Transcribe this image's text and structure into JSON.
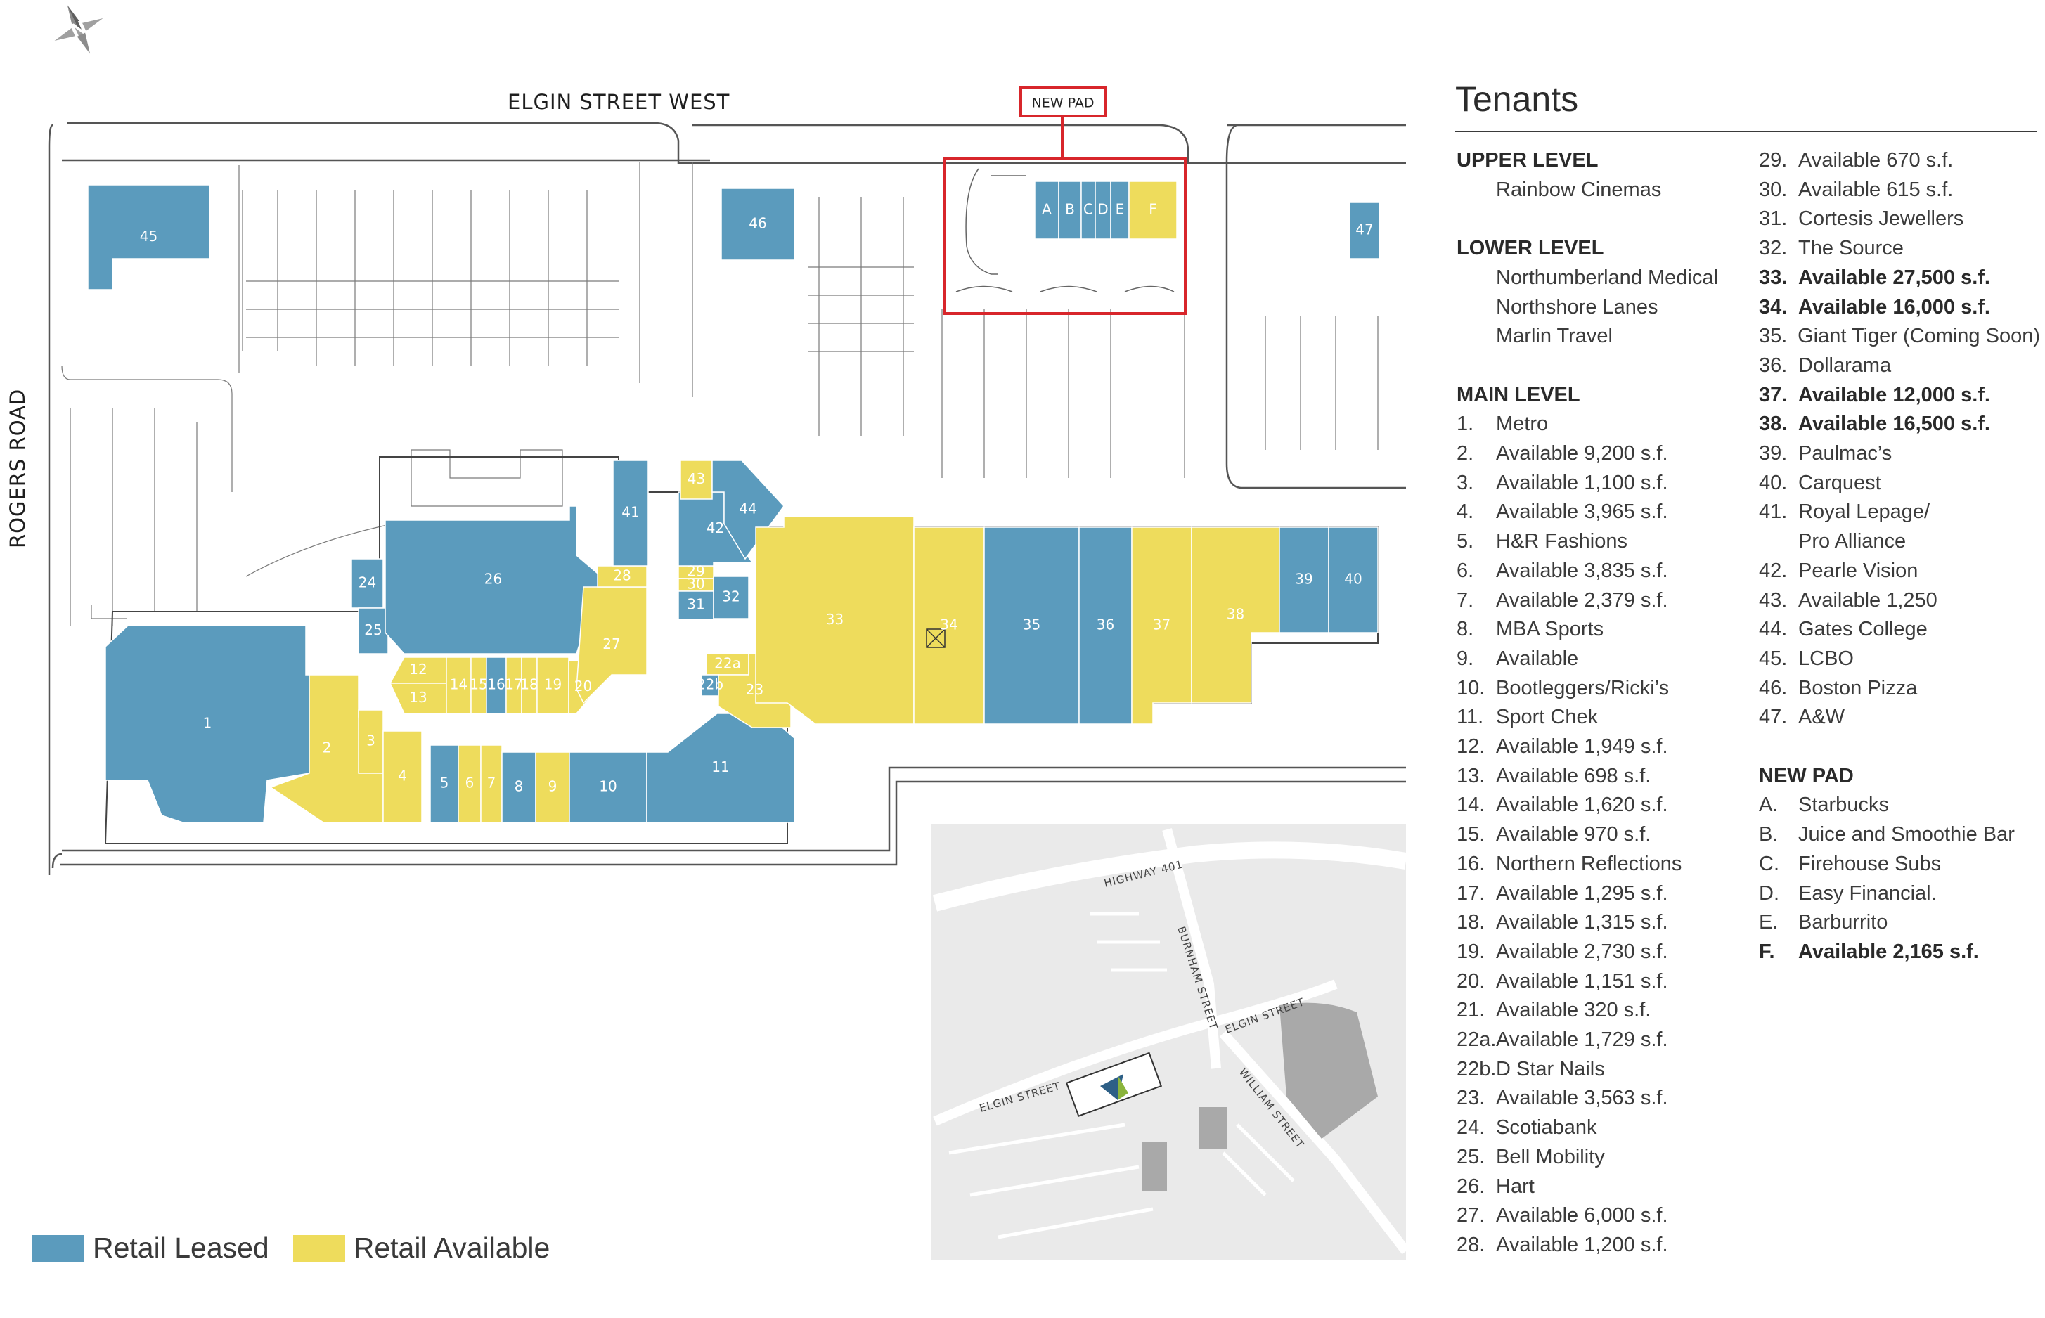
{
  "colors": {
    "leased": "#5b9bbd",
    "available": "#eedc5c",
    "new_pad_outline": "#d8262b",
    "line": "#555555"
  },
  "map": {
    "compass_letter": "N",
    "streets": {
      "north": "ELGIN STREET WEST",
      "west": "ROGERS ROAD"
    },
    "new_pad_tag": "NEW PAD",
    "units": [
      {
        "id": "45",
        "status": "leased"
      },
      {
        "id": "46",
        "status": "leased"
      },
      {
        "id": "47",
        "status": "leased"
      },
      {
        "id": "A",
        "status": "leased"
      },
      {
        "id": "B",
        "status": "leased"
      },
      {
        "id": "C",
        "status": "leased"
      },
      {
        "id": "D",
        "status": "leased"
      },
      {
        "id": "E",
        "status": "leased"
      },
      {
        "id": "F",
        "status": "available"
      },
      {
        "id": "1",
        "status": "leased"
      },
      {
        "id": "2",
        "status": "available"
      },
      {
        "id": "3",
        "status": "available"
      },
      {
        "id": "4",
        "status": "available"
      },
      {
        "id": "5",
        "status": "leased"
      },
      {
        "id": "6",
        "status": "available"
      },
      {
        "id": "7",
        "status": "available"
      },
      {
        "id": "8",
        "status": "leased"
      },
      {
        "id": "9",
        "status": "available"
      },
      {
        "id": "10",
        "status": "leased"
      },
      {
        "id": "11",
        "status": "leased"
      },
      {
        "id": "12",
        "status": "available"
      },
      {
        "id": "13",
        "status": "available"
      },
      {
        "id": "14",
        "status": "available"
      },
      {
        "id": "15",
        "status": "available"
      },
      {
        "id": "16",
        "status": "leased"
      },
      {
        "id": "17",
        "status": "available"
      },
      {
        "id": "18",
        "status": "available"
      },
      {
        "id": "19",
        "status": "available"
      },
      {
        "id": "20",
        "status": "available"
      },
      {
        "id": "22a",
        "status": "available"
      },
      {
        "id": "22b",
        "status": "leased"
      },
      {
        "id": "23",
        "status": "available"
      },
      {
        "id": "24",
        "status": "leased"
      },
      {
        "id": "25",
        "status": "leased"
      },
      {
        "id": "26",
        "status": "leased"
      },
      {
        "id": "27",
        "status": "available"
      },
      {
        "id": "28",
        "status": "available"
      },
      {
        "id": "29",
        "status": "available"
      },
      {
        "id": "30",
        "status": "available"
      },
      {
        "id": "31",
        "status": "leased"
      },
      {
        "id": "32",
        "status": "leased"
      },
      {
        "id": "33",
        "status": "available"
      },
      {
        "id": "34",
        "status": "available"
      },
      {
        "id": "35",
        "status": "leased"
      },
      {
        "id": "36",
        "status": "leased"
      },
      {
        "id": "37",
        "status": "available"
      },
      {
        "id": "38",
        "status": "available"
      },
      {
        "id": "39",
        "status": "leased"
      },
      {
        "id": "40",
        "status": "leased"
      },
      {
        "id": "41",
        "status": "leased"
      },
      {
        "id": "42",
        "status": "leased"
      },
      {
        "id": "43",
        "status": "available"
      },
      {
        "id": "44",
        "status": "leased"
      }
    ],
    "inset": {
      "streets": [
        "HIGHWAY 401",
        "BURNHAM STREET",
        "ELGIN STREET",
        "ELGIN STREET",
        "WILLIAM STREET"
      ]
    }
  },
  "tenants": {
    "title": "Tenants",
    "upper_level": {
      "heading": "UPPER LEVEL",
      "items": [
        "Rainbow Cinemas"
      ]
    },
    "lower_level": {
      "heading": "LOWER LEVEL",
      "items": [
        "Northumberland Medical",
        "Northshore Lanes",
        "Marlin Travel"
      ]
    },
    "main_level": {
      "heading": "MAIN LEVEL",
      "items": [
        {
          "num": "1.",
          "name": "Metro",
          "bold": false
        },
        {
          "num": "2.",
          "name": "Available 9,200 s.f.",
          "bold": false
        },
        {
          "num": "3.",
          "name": "Available 1,100 s.f.",
          "bold": false
        },
        {
          "num": "4.",
          "name": "Available 3,965 s.f.",
          "bold": false
        },
        {
          "num": "5.",
          "name": "H&R Fashions",
          "bold": false
        },
        {
          "num": "6.",
          "name": "Available 3,835 s.f.",
          "bold": false
        },
        {
          "num": "7.",
          "name": "Available 2,379 s.f.",
          "bold": false
        },
        {
          "num": "8.",
          "name": "MBA Sports",
          "bold": false
        },
        {
          "num": "9.",
          "name": "Available",
          "bold": false
        },
        {
          "num": "10.",
          "name": "Bootleggers/Ricki’s",
          "bold": false
        },
        {
          "num": "11.",
          "name": "Sport Chek",
          "bold": false
        },
        {
          "num": "12.",
          "name": "Available 1,949 s.f.",
          "bold": false
        },
        {
          "num": "13.",
          "name": "Available 698 s.f.",
          "bold": false
        },
        {
          "num": "14.",
          "name": "Available 1,620 s.f.",
          "bold": false
        },
        {
          "num": "15.",
          "name": "Available 970 s.f.",
          "bold": false
        },
        {
          "num": "16.",
          "name": "Northern Reflections",
          "bold": false
        },
        {
          "num": "17.",
          "name": "Available 1,295 s.f.",
          "bold": false
        },
        {
          "num": "18.",
          "name": "Available 1,315 s.f.",
          "bold": false
        },
        {
          "num": "19.",
          "name": "Available 2,730 s.f.",
          "bold": false
        },
        {
          "num": "20.",
          "name": "Available 1,151 s.f.",
          "bold": false
        },
        {
          "num": "21.",
          "name": "Available 320 s.f.",
          "bold": false
        },
        {
          "num": "22a.",
          "name": "Available 1,729 s.f.",
          "bold": false
        },
        {
          "num": "22b.",
          "name": "D Star Nails",
          "bold": false
        },
        {
          "num": "23.",
          "name": "Available 3,563 s.f.",
          "bold": false
        },
        {
          "num": "24.",
          "name": "Scotiabank",
          "bold": false
        },
        {
          "num": "25.",
          "name": "Bell Mobility",
          "bold": false
        },
        {
          "num": "26.",
          "name": "Hart",
          "bold": false
        },
        {
          "num": "27.",
          "name": "Available 6,000 s.f.",
          "bold": false
        },
        {
          "num": "28.",
          "name": "Available  1,200 s.f.",
          "bold": false
        },
        {
          "num": "29.",
          "name": "Available 670 s.f.",
          "bold": false
        },
        {
          "num": "30.",
          "name": "Available 615 s.f.",
          "bold": false
        },
        {
          "num": "31.",
          "name": "Cortesis Jewellers",
          "bold": false
        },
        {
          "num": "32.",
          "name": "The Source",
          "bold": false
        },
        {
          "num": "33.",
          "name": "Available 27,500 s.f.",
          "bold": true
        },
        {
          "num": "34.",
          "name": "Available 16,000 s.f.",
          "bold": true
        },
        {
          "num": "35.",
          "name": "Giant Tiger (Coming Soon)",
          "bold": false
        },
        {
          "num": "36.",
          "name": "Dollarama",
          "bold": false
        },
        {
          "num": "37.",
          "name": "Available 12,000 s.f.",
          "bold": true
        },
        {
          "num": "38.",
          "name": "Available 16,500 s.f.",
          "bold": true
        },
        {
          "num": "39.",
          "name": "Paulmac’s",
          "bold": false
        },
        {
          "num": "40.",
          "name": "Carquest",
          "bold": false
        },
        {
          "num": "41.",
          "name": "Royal Lepage/",
          "bold": false
        },
        {
          "num": "",
          "name": "Pro Alliance",
          "bold": false
        },
        {
          "num": "42.",
          "name": "Pearle Vision",
          "bold": false
        },
        {
          "num": "43.",
          "name": "Available 1,250",
          "bold": false
        },
        {
          "num": "44.",
          "name": "Gates College",
          "bold": false
        },
        {
          "num": "45.",
          "name": "LCBO",
          "bold": false
        },
        {
          "num": "46.",
          "name": "Boston Pizza",
          "bold": false
        },
        {
          "num": "47.",
          "name": "A&W",
          "bold": false
        }
      ]
    },
    "new_pad": {
      "heading": "NEW PAD",
      "items": [
        {
          "num": "A.",
          "name": "Starbucks",
          "bold": false
        },
        {
          "num": "B.",
          "name": "Juice and Smoothie Bar",
          "bold": false
        },
        {
          "num": "C.",
          "name": "Firehouse Subs",
          "bold": false
        },
        {
          "num": "D.",
          "name": "Easy Financial.",
          "bold": false
        },
        {
          "num": "E.",
          "name": "Barburrito",
          "bold": false
        },
        {
          "num": "F.",
          "name": "Available 2,165 s.f.",
          "bold": true
        }
      ]
    }
  },
  "legend": [
    {
      "label": "Retail Leased",
      "status": "leased"
    },
    {
      "label": "Retail Available",
      "status": "available"
    }
  ]
}
